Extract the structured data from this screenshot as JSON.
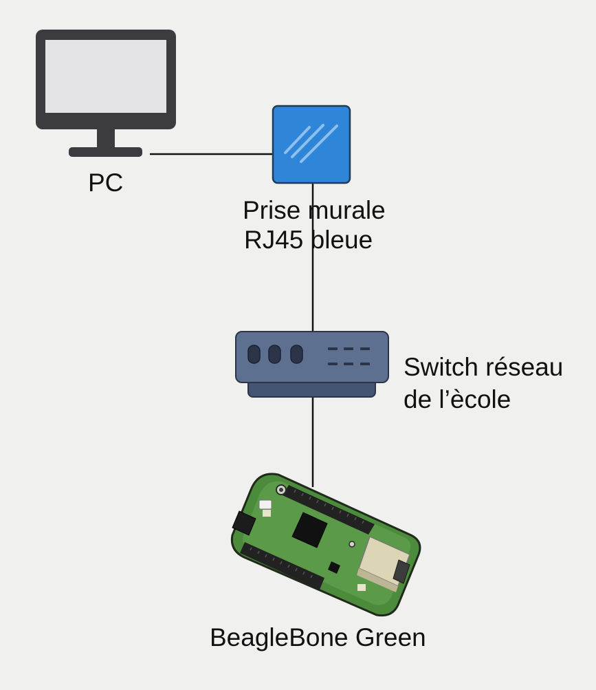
{
  "nodes": {
    "pc": {
      "label": "PC",
      "icon": "monitor-icon"
    },
    "wall_socket": {
      "label_line1": "Prise murale",
      "label_line2": "RJ45 bleue",
      "icon": "wall-socket-icon",
      "color": "#2f86d8"
    },
    "switch": {
      "label_line1": "Switch réseau",
      "label_line2": "de l’ècole",
      "icon": "network-switch-icon",
      "color": "#5d7090"
    },
    "board": {
      "label": "BeagleBone Green",
      "icon": "beaglebone-board-icon",
      "color": "#4c8a3c"
    }
  },
  "connections": [
    {
      "from": "pc",
      "to": "wall_socket"
    },
    {
      "from": "wall_socket",
      "to": "switch"
    },
    {
      "from": "switch",
      "to": "board"
    }
  ]
}
